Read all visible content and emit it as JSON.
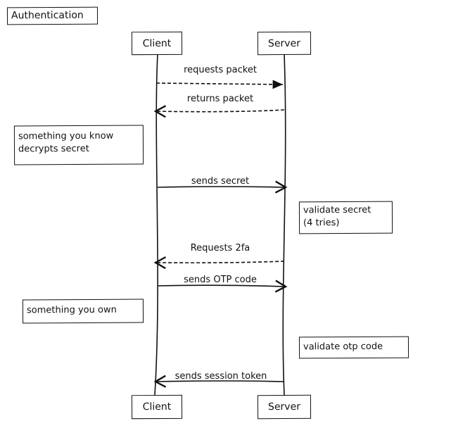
{
  "title": "Authentication",
  "participants": {
    "client": "Client",
    "server": "Server"
  },
  "messages": [
    {
      "label": "requests packet",
      "from": "Client",
      "to": "Server",
      "style": "dashed"
    },
    {
      "label": "returns packet",
      "from": "Server",
      "to": "Client",
      "style": "dashed"
    },
    {
      "label": "sends secret",
      "from": "Client",
      "to": "Server",
      "style": "solid"
    },
    {
      "label": "Requests 2fa",
      "from": "Server",
      "to": "Client",
      "style": "dashed"
    },
    {
      "label": "sends OTP code",
      "from": "Client",
      "to": "Server",
      "style": "solid"
    },
    {
      "label": "sends session token",
      "from": "Server",
      "to": "Client",
      "style": "solid"
    }
  ],
  "notes": {
    "know": "something you know\ndecrypts secret",
    "validate_secret": "validate secret\n(4 tries)",
    "own": "something you own",
    "validate_otp": "validate otp code"
  }
}
